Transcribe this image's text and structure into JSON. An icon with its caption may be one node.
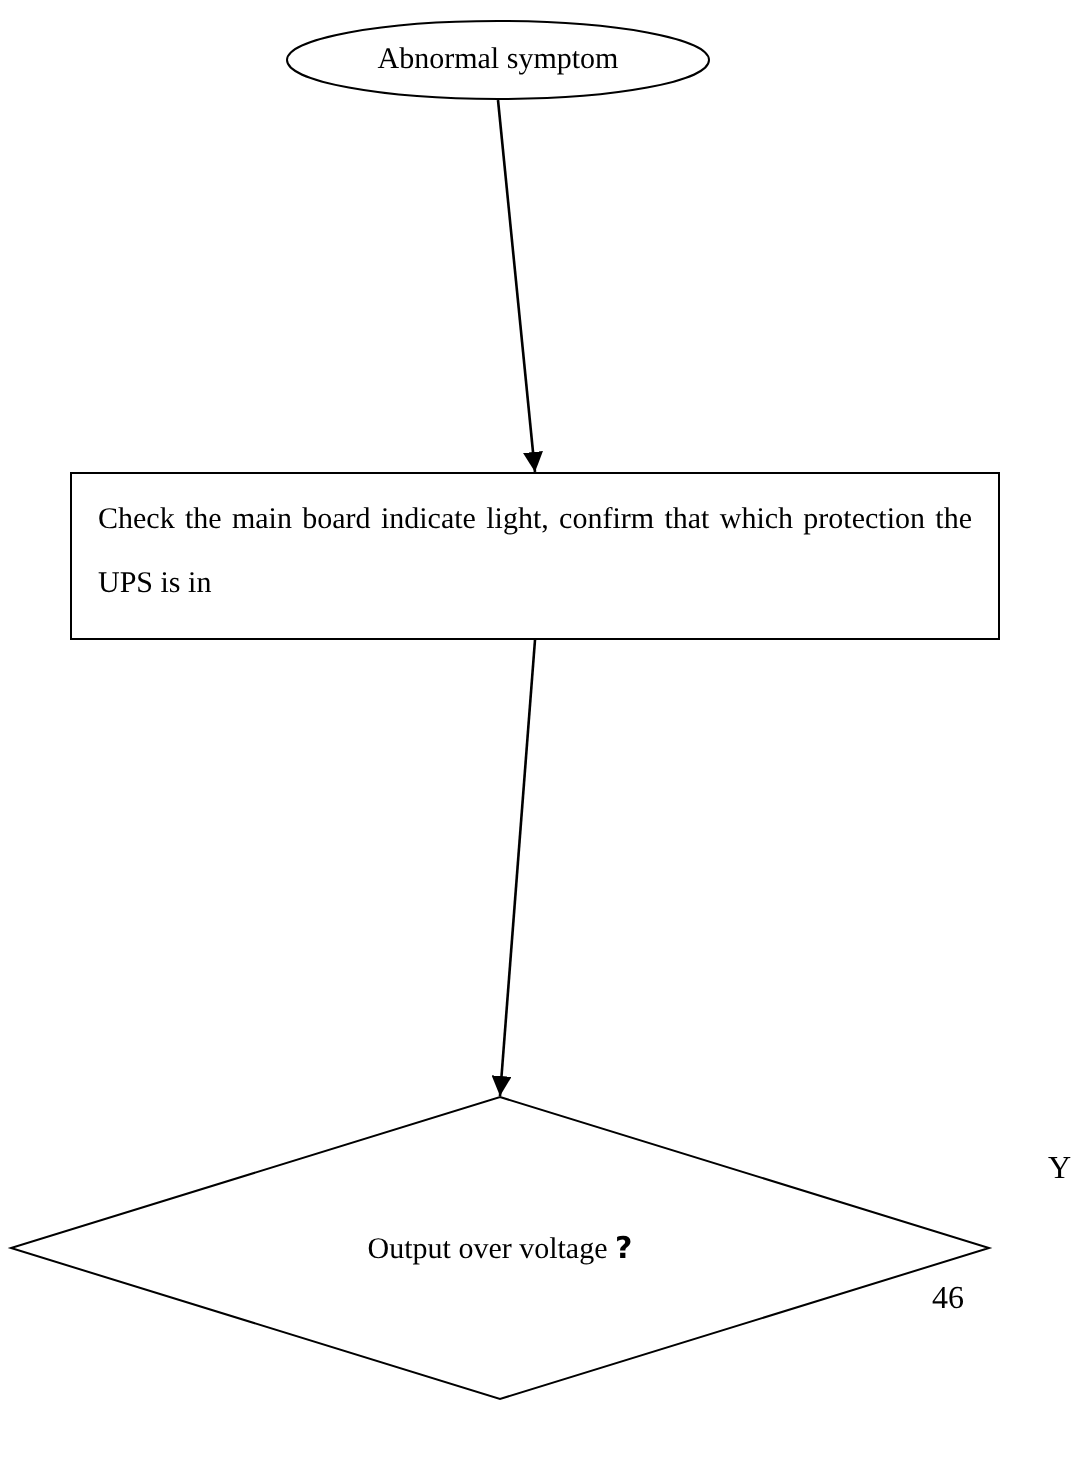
{
  "diagram": {
    "nodes": [
      {
        "text": [
          "Abnormal symptom"
        ]
      },
      {
        "text": [
          "Check the main board indicate light, confirm that which protection the UPS is in"
        ]
      },
      {
        "text": [
          "Output over voltage **?**"
        ]
      }
    ],
    "edges": [
      {
        "from": 0,
        "to": 1,
        "arrow": "to"
      },
      {
        "from": 1,
        "to": 2,
        "arrow": "to"
      }
    ],
    "labels": [
      "Y",
      "46"
    ]
  }
}
